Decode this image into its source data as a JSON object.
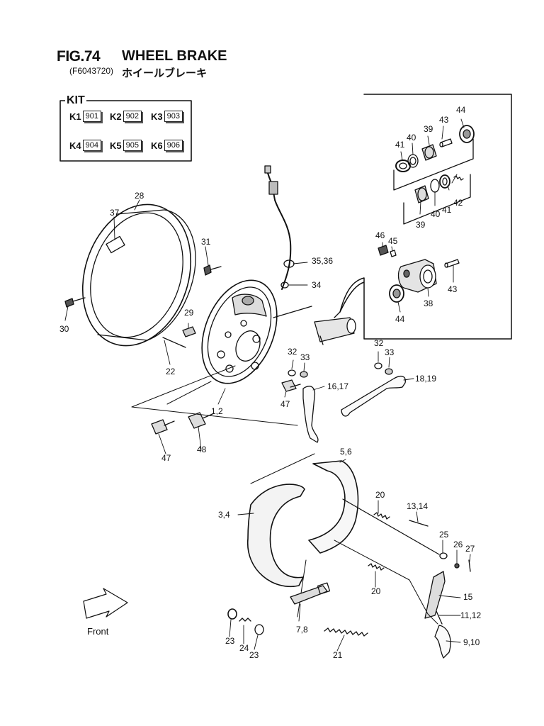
{
  "header": {
    "fig_number": "FIG.74",
    "title": "WHEEL BRAKE",
    "code": "(F6043720)",
    "title_jp": "ホイールブレーキ"
  },
  "kit": {
    "label": "KIT",
    "entries": [
      {
        "k": "K1",
        "code": "901"
      },
      {
        "k": "K2",
        "code": "902"
      },
      {
        "k": "K3",
        "code": "903"
      },
      {
        "k": "K4",
        "code": "904"
      },
      {
        "k": "K5",
        "code": "905"
      },
      {
        "k": "K6",
        "code": "906"
      }
    ]
  },
  "callouts": [
    "44",
    "43",
    "39",
    "40",
    "41",
    "41",
    "42",
    "40",
    "39",
    "46",
    "45",
    "43",
    "38",
    "44",
    "28",
    "37",
    "31",
    "35,36",
    "34",
    "30",
    "29",
    "22",
    "32",
    "33",
    "32",
    "33",
    "18,19",
    "16,17",
    "47",
    "1,2",
    "47",
    "48",
    "5,6",
    "20",
    "13,14",
    "3,4",
    "25",
    "26",
    "27",
    "20",
    "15",
    "11,12",
    "7,8",
    "9,10",
    "23",
    "24",
    "23",
    "21"
  ],
  "front_label": "Front"
}
